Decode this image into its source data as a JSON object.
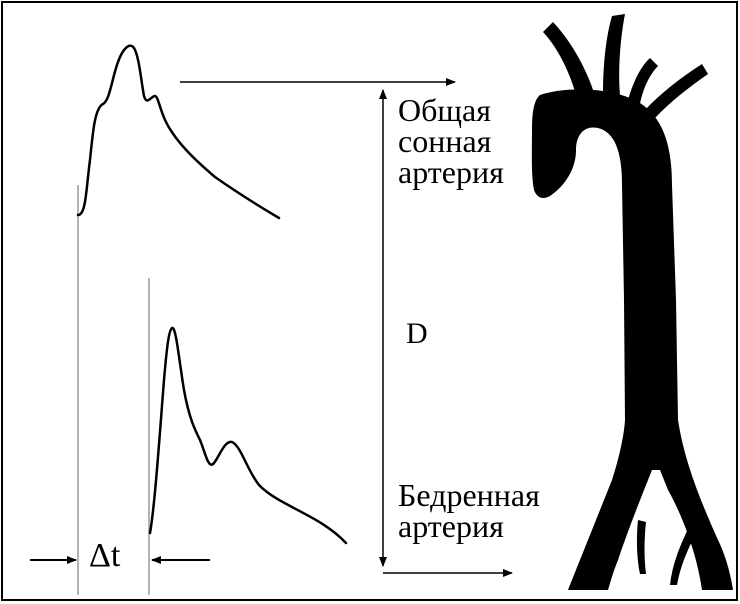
{
  "labels": {
    "carotid": [
      "Общая",
      "сонная",
      "артерия"
    ],
    "distance": "D",
    "femoral": [
      "Бедренная",
      "артерия"
    ],
    "delta_t": "Δt"
  },
  "colors": {
    "ink": "#000000",
    "background": "#ffffff",
    "guide_line": "#9a9a9a"
  }
}
